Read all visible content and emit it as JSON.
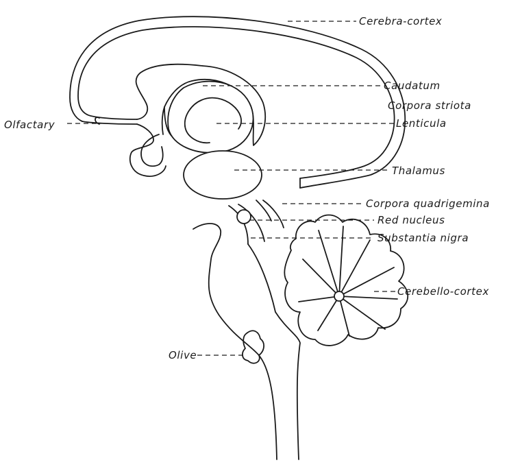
{
  "labels": {
    "cerebra_cortex": "Cerebra-cortex",
    "caudatum": "Caudatum",
    "corpora_striata": "Corpora striota",
    "lenticula": "Lenticula",
    "olfactary": "Olfactary",
    "thalamus": "Thalamus",
    "corpora_quadrigemina": "Corpora quadrigemina",
    "red_nucleus": "Red nucleus",
    "substantia_nigra": "Substantia nigra",
    "cerebello_cortex": "Cerebello-cortex",
    "olive": "Olive"
  }
}
